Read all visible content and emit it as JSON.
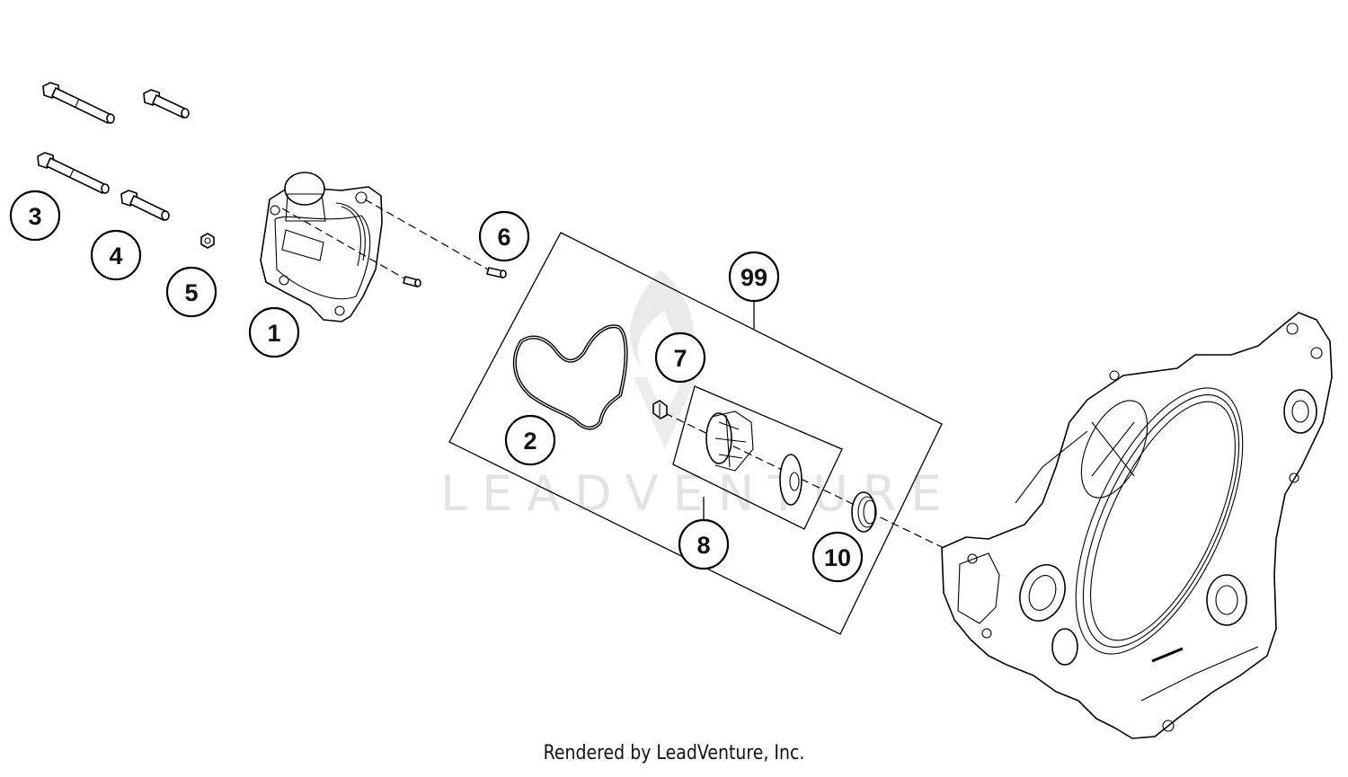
{
  "diagram": {
    "type": "exploded-parts-diagram",
    "subject": "Water pump assembly and clutch cover",
    "watermark": "LEADVENTURE",
    "footer": "Rendered by LeadVenture, Inc.",
    "callouts": [
      {
        "id": "1",
        "label": "1",
        "part": "pump cover"
      },
      {
        "id": "2",
        "label": "2",
        "part": "gasket"
      },
      {
        "id": "3",
        "label": "3",
        "part": "long bolts"
      },
      {
        "id": "4",
        "label": "4",
        "part": "short bolts"
      },
      {
        "id": "5",
        "label": "5",
        "part": "nut"
      },
      {
        "id": "6",
        "label": "6",
        "part": "dowel pin"
      },
      {
        "id": "7",
        "label": "7",
        "part": "impeller nut"
      },
      {
        "id": "8",
        "label": "8",
        "part": "impeller kit"
      },
      {
        "id": "10",
        "label": "10",
        "part": "shaft seal"
      },
      {
        "id": "99",
        "label": "99",
        "part": "repair kit"
      }
    ]
  }
}
